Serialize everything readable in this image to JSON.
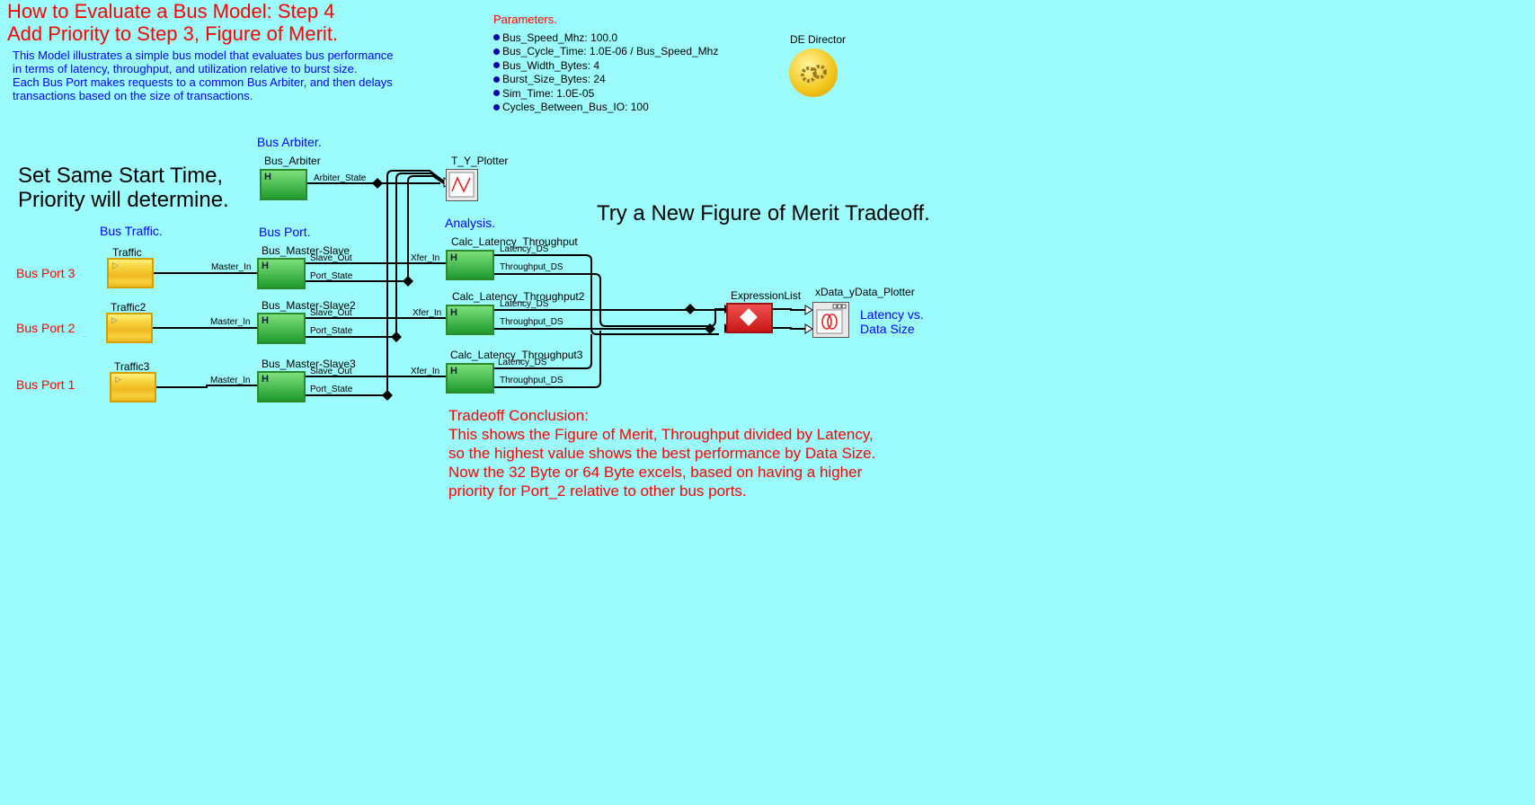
{
  "title": {
    "line1": "How to Evaluate a Bus Model: Step 4",
    "line2": "Add Priority to Step 3, Figure of Merit."
  },
  "description": [
    "This Model illustrates a simple bus model that evaluates bus performance",
    "in terms of latency, throughput, and utilization relative to burst size.",
    "Each Bus Port makes requests to a common Bus Arbiter, and then delays",
    "transactions based on the size of transactions."
  ],
  "parameters": {
    "heading": "Parameters.",
    "items": [
      "Bus_Speed_Mhz: 100.0",
      "Bus_Cycle_Time: 1.0E-06 / Bus_Speed_Mhz",
      "Bus_Width_Bytes: 4",
      "Burst_Size_Bytes: 24",
      "Sim_Time: 1.0E-05",
      "Cycles_Between_Bus_IO: 100"
    ]
  },
  "director": {
    "label": "DE Director",
    "icon": "gears-icon"
  },
  "annotations": {
    "start_time_line1": "Set Same Start Time,",
    "start_time_line2": "Priority will determine.",
    "tradeoff_heading": "Try a New Figure of Merit Tradeoff.",
    "bus_arbiter_section": "Bus Arbiter.",
    "bus_traffic_section": "Bus Traffic.",
    "bus_port_section": "Bus Port.",
    "analysis_section": "Analysis.",
    "latency_line1": "Latency vs.",
    "latency_line2": "Data Size"
  },
  "side_labels": [
    "Bus Port 3",
    "Bus Port 2",
    "Bus Port 1"
  ],
  "actors": {
    "bus_arbiter": {
      "name": "Bus_Arbiter",
      "port_out": "Arbiter_State"
    },
    "ty_plotter": {
      "name": "T_Y_Plotter"
    },
    "traffic": [
      {
        "name": "Traffic"
      },
      {
        "name": "Traffic2"
      },
      {
        "name": "Traffic3"
      }
    ],
    "master_slaves": [
      {
        "name": "Bus_Master-Slave",
        "port_in": "Master_In",
        "out1": "Slave_Out",
        "out2": "Port_State"
      },
      {
        "name": "Bus_Master-Slave2",
        "port_in": "Master_In",
        "out1": "Slave_Out",
        "out2": "Port_State"
      },
      {
        "name": "Bus_Master-Slave3",
        "port_in": "Master_In",
        "out1": "Slave_Out",
        "out2": "Port_State"
      }
    ],
    "calcs": [
      {
        "name": "Calc_Latency_Throughput",
        "port_in": "Xfer_In",
        "out1": "Latency_DS",
        "out2": "Throughput_DS"
      },
      {
        "name": "Calc_Latency_Throughput2",
        "port_in": "Xfer_In",
        "out1": "Latency_DS",
        "out2": "Throughput_DS"
      },
      {
        "name": "Calc_Latency_Throughput3",
        "port_in": "Xfer_In",
        "out1": "Latency_DS",
        "out2": "Throughput_DS"
      }
    ],
    "expression": {
      "name": "ExpressionList"
    },
    "xy_plotter": {
      "name": "xData_yData_Plotter"
    }
  },
  "conclusion": [
    "Tradeoff Conclusion:",
    "This shows the Figure of Merit, Throughput divided by Latency,",
    "so the highest value shows the best performance by Data Size.",
    "Now the 32 Byte or 64 Byte excels, based on having a higher",
    "priority for Port_2 relative to other bus ports."
  ],
  "colors": {
    "background": "#9cfcfc",
    "title": "#ff0000",
    "section": "#0000ff",
    "actor_green": "#2c9a2c",
    "actor_yellow": "#f0c020",
    "actor_red": "#d02020"
  }
}
